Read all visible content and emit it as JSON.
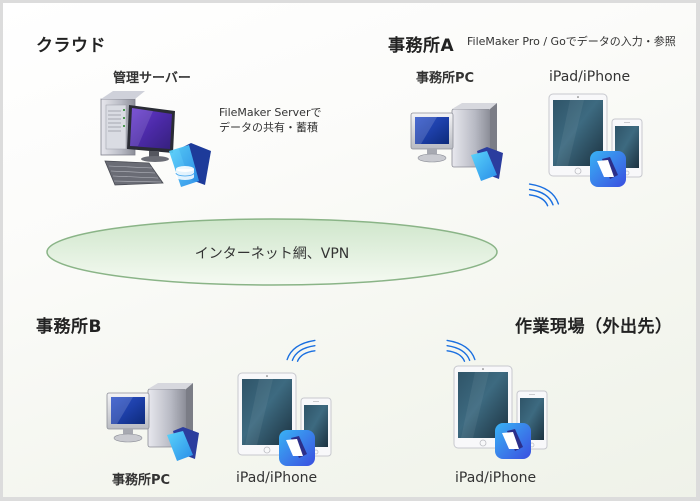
{
  "cloud": {
    "title": "クラウド",
    "server_label": "管理サーバー",
    "server_desc_line1": "FileMaker Serverで",
    "server_desc_line2": "データの共有・蓄積"
  },
  "office_a": {
    "title": "事務所A",
    "subtitle": "FileMaker Pro / Goでデータの入力・参照",
    "pc_label": "事務所PC",
    "mobile_label": "iPad/iPhone"
  },
  "network": {
    "label": "インターネット網、VPN"
  },
  "office_b": {
    "title": "事務所B",
    "pc_label": "事務所PC",
    "mobile_label": "iPad/iPhone"
  },
  "field_site": {
    "title": "作業現場（外出先）",
    "mobile_label": "iPad/iPhone"
  },
  "colors": {
    "wifi": "#1a6fe0",
    "network_fill": "#d3e8cf",
    "network_stroke": "#8ab487",
    "app_icon": "#3a7bf0"
  }
}
